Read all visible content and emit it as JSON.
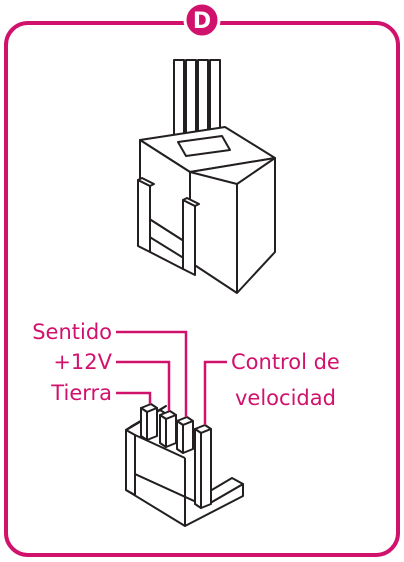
{
  "badge": {
    "letter": "D"
  },
  "colors": {
    "frame": "#d1126d",
    "badge_fill": "#d1126d",
    "badge_text": "#ffffff",
    "line_art": "#231f20",
    "label_line": "#d1126d",
    "label_text": "#d1126d"
  },
  "labels": {
    "sense": "Sentido",
    "v12": "+12V",
    "ground": "Tierra",
    "speed_control_line1": "Control de",
    "speed_control_line2": "velocidad"
  }
}
